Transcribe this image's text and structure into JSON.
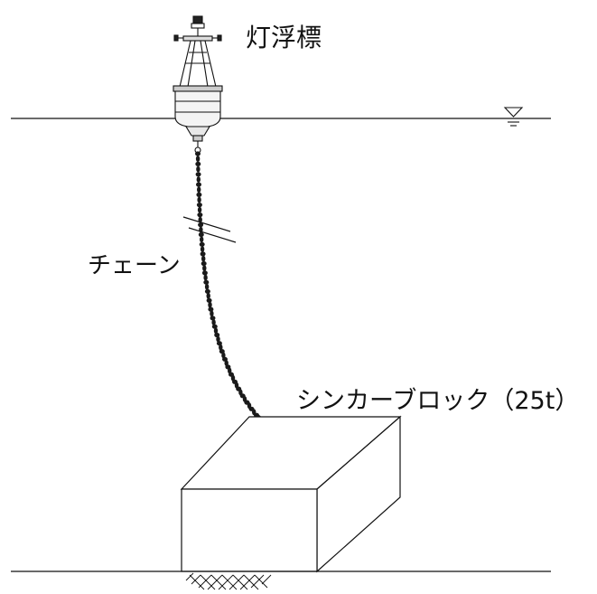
{
  "labels": {
    "buoy": "灯浮標",
    "chain": "チェーン",
    "sinker": "シンカーブロック（25t）"
  },
  "colors": {
    "line": "#111111",
    "chain": "#1a1a1a",
    "background": "#ffffff"
  }
}
